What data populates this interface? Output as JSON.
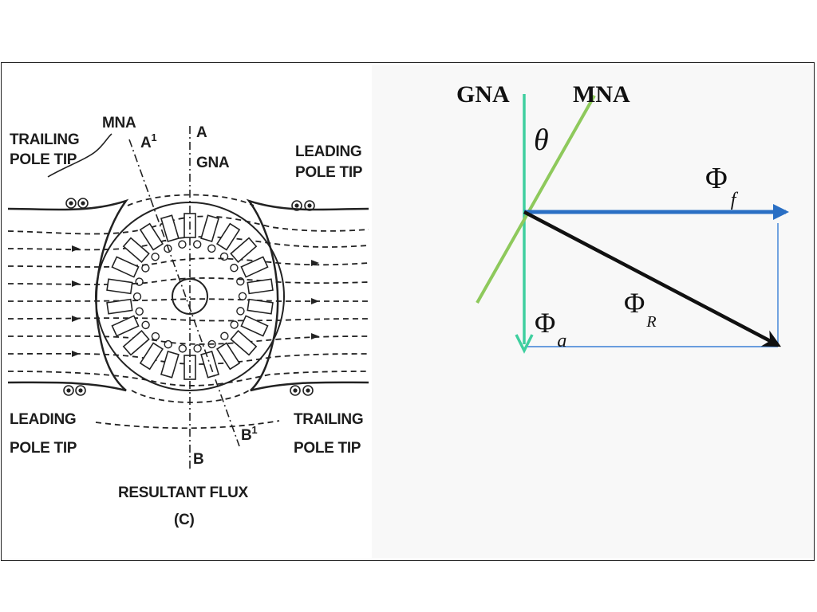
{
  "left_diagram": {
    "trailing_pole_tip_top": [
      "TRAILING",
      "POLE TIP"
    ],
    "leading_pole_tip_top": [
      "LEADING",
      "POLE TIP"
    ],
    "leading_pole_tip_bottom": [
      "LEADING",
      "POLE TIP"
    ],
    "trailing_pole_tip_bottom": [
      "TRAILING",
      "POLE TIP"
    ],
    "mna": "MNA",
    "a1_letter": "A",
    "a1_sup": "1",
    "a": "A",
    "gna": "GNA",
    "b1_letter": "B",
    "b1_sup": "1",
    "b": "B",
    "caption": "RESULTANT FLUX",
    "caption_sub": "(C)"
  },
  "right_diagram": {
    "gna": "GNA",
    "mna": "MNA",
    "theta": "θ",
    "phi_f": "Φ",
    "phi_f_sub": "f",
    "phi_r": "Φ",
    "phi_r_sub": "R",
    "phi_a": "Φ",
    "phi_a_sub": "a",
    "colors": {
      "gna_line": "#3fcf9f",
      "mna_line": "#8ec95c",
      "phi_f_arrow": "#2a6fc4",
      "phi_r_arrow": "#111111",
      "thin_lines": "#3a7fd5"
    }
  }
}
